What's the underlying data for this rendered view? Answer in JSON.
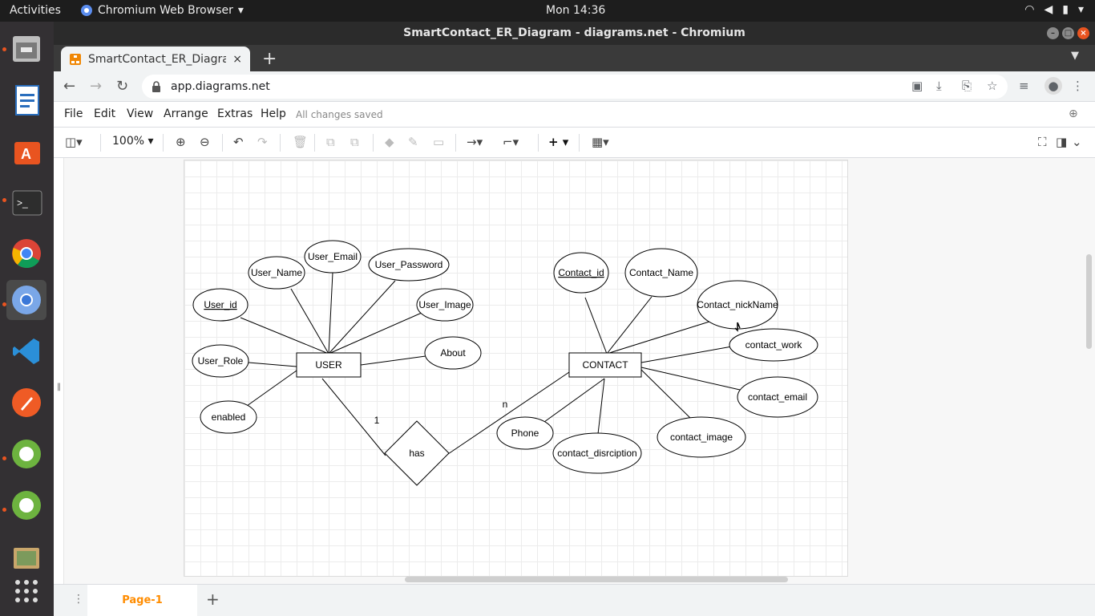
{
  "topbar": {
    "activities": "Activities",
    "app_menu": "Chromium Web Browser",
    "clock": "Mon 14:36"
  },
  "window": {
    "title": "SmartContact_ER_Diagram - diagrams.net - Chromium"
  },
  "browser": {
    "tab_title": "SmartContact_ER_Diagram - diagrams.net",
    "url": "app.diagrams.net"
  },
  "drawio": {
    "menus": [
      "File",
      "Edit",
      "View",
      "Arrange",
      "Extras",
      "Help"
    ],
    "save_status": "All changes saved",
    "zoom": "100%",
    "page_tab": "Page-1"
  },
  "diagram": {
    "user_entity": "USER",
    "contact_entity": "CONTACT",
    "relationship": "has",
    "card_user": "1",
    "card_contact": "n",
    "user_attrs": {
      "id": "User_id",
      "name": "User_Name",
      "email": "User_Email",
      "password": "User_Password",
      "image": "User_Image",
      "about": "About",
      "role": "User_Role",
      "enabled": "enabled"
    },
    "contact_attrs": {
      "id": "Contact_id",
      "name": "Contact_Name",
      "nickname": "Contact_nickName",
      "work": "contact_work",
      "email": "contact_email",
      "image": "contact_image",
      "description": "contact_disrciption",
      "phone": "Phone"
    }
  }
}
